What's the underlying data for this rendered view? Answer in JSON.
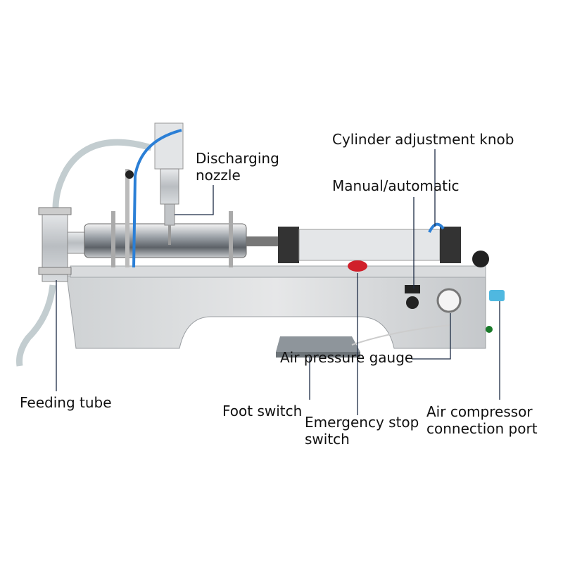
{
  "labels": {
    "cylinder_knob": "Cylinder adjustment knob",
    "discharging_nozzle": [
      "Discharging",
      "nozzle"
    ],
    "manual_automatic": "Manual/automatic",
    "air_pressure_gauge": "Air pressure gauge",
    "feeding_tube": "Feeding tube",
    "foot_switch": "Foot switch",
    "emergency_stop": [
      "Emergency stop",
      "switch"
    ],
    "air_compressor_port": [
      "Air compressor",
      "connection port"
    ]
  },
  "colors": {
    "leader": "#1c2b44",
    "steel": "#c9cccf",
    "emergency": "#d0202a",
    "pneumatic_tube": "#2b7fd6"
  }
}
